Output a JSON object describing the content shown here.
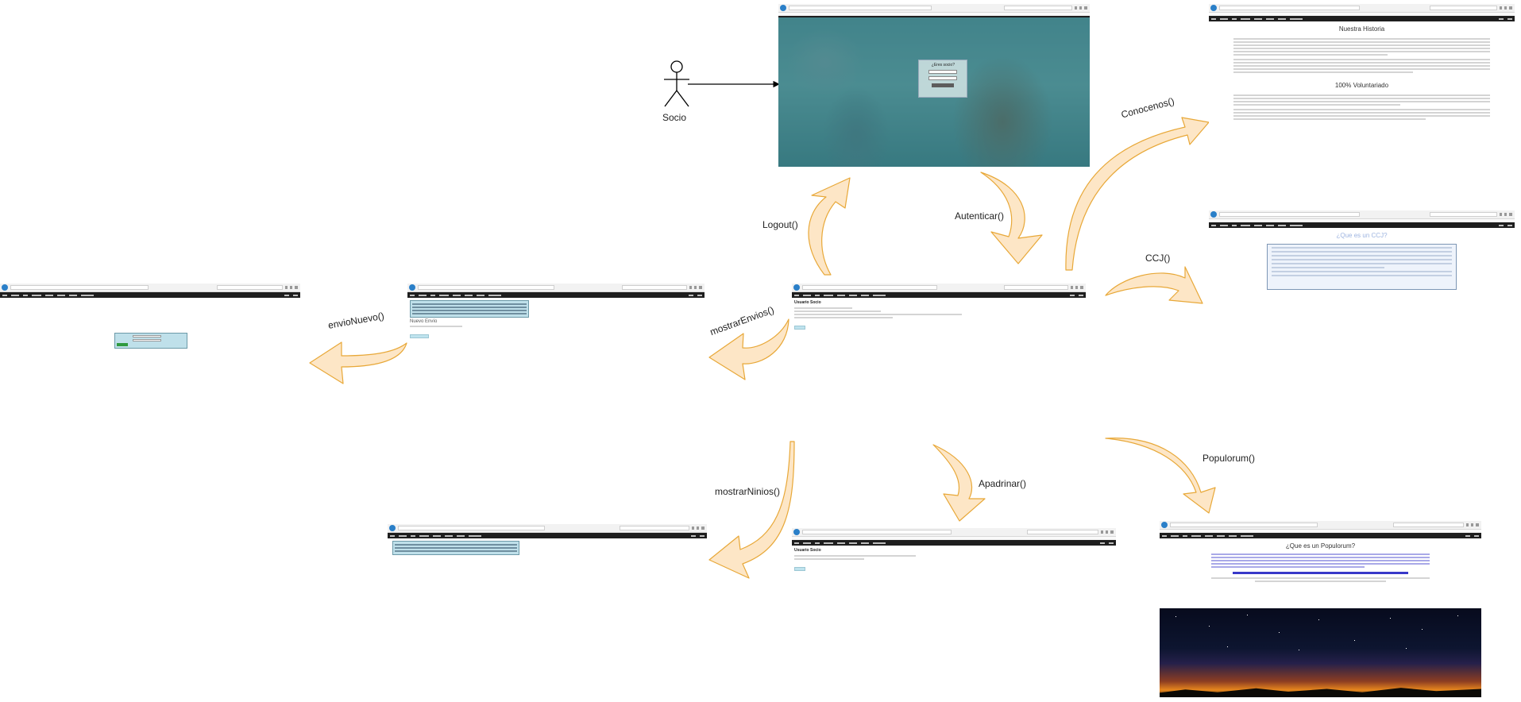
{
  "actor": {
    "name": "Socio"
  },
  "transitions": [
    {
      "id": "autenticar",
      "label": "Autenticar()"
    },
    {
      "id": "logout",
      "label": "Logout()"
    },
    {
      "id": "conocenos",
      "label": "Conocenos()"
    },
    {
      "id": "ccj",
      "label": "CCJ()"
    },
    {
      "id": "mostrar-envios",
      "label": "mostrarEnvios()"
    },
    {
      "id": "envio-nuevo",
      "label": "envioNuevo()"
    },
    {
      "id": "mostrar-ninios",
      "label": "mostrarNinios()"
    },
    {
      "id": "apadrinar",
      "label": "Apadrinar()"
    },
    {
      "id": "populorum",
      "label": "Populorum()"
    }
  ],
  "screens": {
    "login": {
      "title": "¿Eres socio?"
    },
    "conocenos": {
      "heading1": "Nuestra Historia",
      "heading2": "100% Voluntariado"
    },
    "ccj": {
      "heading": "¿Que es un CCJ?"
    },
    "main": {
      "heading": "Usuario Socio"
    },
    "envios": {
      "heading": "Nuevo Envío"
    },
    "apadrinar": {
      "heading": "Usuario Socio"
    },
    "populorum": {
      "heading": "¿Que es un Populorum?"
    }
  },
  "colors": {
    "arrow_fill": "#fde6c6",
    "arrow_stroke": "#e8a838",
    "connector": "#000000"
  }
}
